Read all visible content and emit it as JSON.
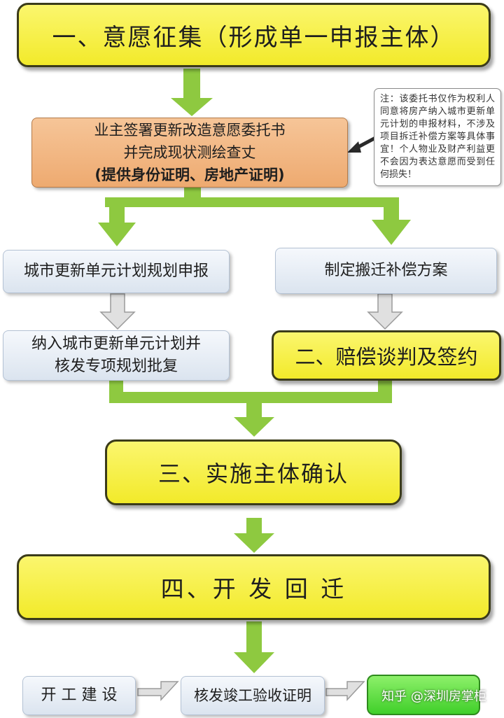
{
  "step1": {
    "title": "一、意愿征集（形成单一申报主体）"
  },
  "sign_box": {
    "lines": [
      "业主签署更新改造意愿委托书",
      "并完成现状测绘查丈",
      "(提供身份证明、房地产证明)"
    ]
  },
  "note": {
    "text": "注：该委托书仅作为权利人同意将房产纳入城市更新单元计划的申报材料，不涉及项目拆迁补偿方案等具体事宜！个人物业及财产利益更不会因为表达意愿而受到任何损失！"
  },
  "plan_apply": {
    "label": "城市更新单元计划规划申报"
  },
  "compensation_plan": {
    "label": "制定搬迁补偿方案"
  },
  "plan_approval": {
    "lines": [
      "纳入城市更新单元计划并",
      "核发专项规划批复"
    ]
  },
  "step2": {
    "title": "二、赔偿谈判及签约"
  },
  "step3": {
    "title": "三、实施主体确认"
  },
  "step4": {
    "title": "四、开 发 回 迁"
  },
  "bottom": {
    "construction": "开 工 建 设",
    "completion_cert": "核发竣工验收证明",
    "watermark": "知乎 @深圳房掌柜"
  },
  "colors": {
    "arrow_green": "#8ec940",
    "gray_arrow": "#d9d9d9",
    "yellow": "#f5ee3a",
    "orange": "#eeaa70",
    "blue": "#dbe4ef",
    "green": "#40cf2a"
  }
}
